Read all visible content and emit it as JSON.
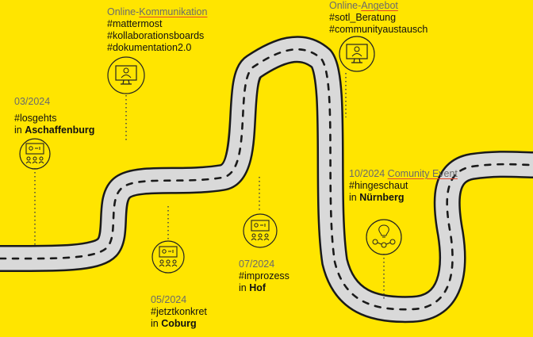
{
  "milestones": {
    "m1": {
      "date": "03/2024",
      "tag": "#losgehts",
      "loc_prefix": "in ",
      "place": "Aschaffenburg",
      "icon": "team-presentation-icon"
    },
    "m2": {
      "date": "05/2024",
      "tag": "#jetztkonkret",
      "loc_prefix": "in ",
      "place": "Coburg",
      "icon": "team-presentation-icon"
    },
    "m3": {
      "date": "07/2024",
      "tag": "#improzess",
      "loc_prefix": "in ",
      "place": "Hof",
      "icon": "team-presentation-icon"
    },
    "m4": {
      "date": "10/2024",
      "event": "Comunity Event",
      "tag": "#hingeschaut",
      "loc_prefix": "in ",
      "place": "Nürnberg",
      "icon": "idea-workflow-icon"
    },
    "online_kommunikation": {
      "prefix": "Online-",
      "word": "Kommunikation",
      "tags": [
        "#mattermost",
        "#kollaborationsboards",
        "#dokumentation2.0"
      ],
      "icon": "monitor-user-icon"
    },
    "online_angebot": {
      "prefix": "Online-",
      "word": "Angebot",
      "tags": [
        "#sotl_Beratung",
        "#communityaustausch"
      ],
      "icon": "monitor-user-icon"
    }
  },
  "colors": {
    "background": "#FFE500",
    "road": "#D9D9D9",
    "road_edge": "#1a1a1a",
    "lane_marks": "#1a1a1a",
    "highlight_underline": "#e0452b",
    "date_text": "#6b6b6b"
  }
}
